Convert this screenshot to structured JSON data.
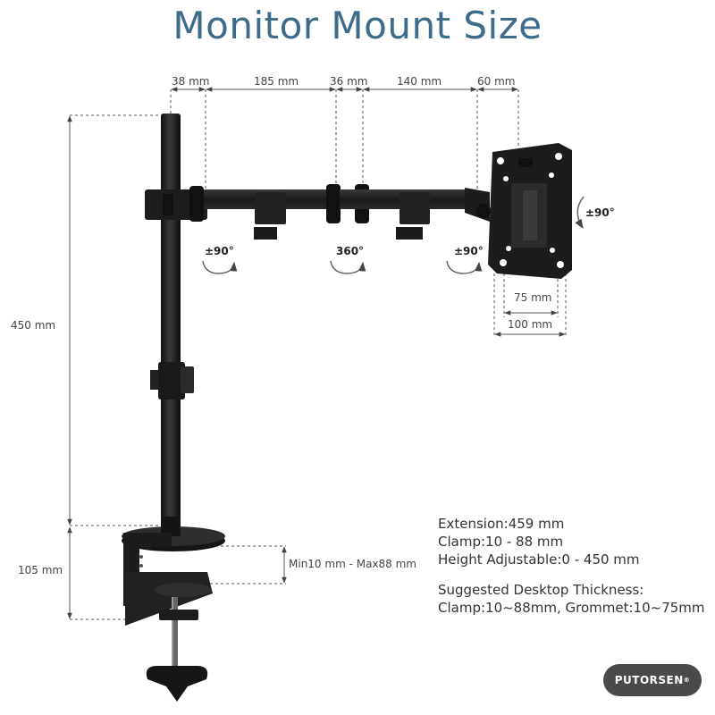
{
  "title": "Monitor Mount Size",
  "dimensions": {
    "top": [
      "38 mm",
      "185 mm",
      "36 mm",
      "140 mm",
      "60 mm"
    ],
    "height_pole": "450 mm",
    "height_clamp": "105 mm",
    "vesa_inner": "75 mm",
    "vesa_outer": "100 mm",
    "clamp_range": "Min10 mm - Max88 mm"
  },
  "rotations": {
    "left_arm": "±90°",
    "mid_arm": "360°",
    "right_arm": "±90°",
    "plate": "±90°"
  },
  "specs": {
    "extension": "Extension:459 mm",
    "clamp": "Clamp:10 - 88 mm",
    "height": "Height Adjustable:0 - 450 mm",
    "thickness_heading": "Suggested Desktop Thickness:",
    "thickness_values": "Clamp:10~88mm, Grommet:10~75mm"
  },
  "brand": {
    "name": "PUTORSEN",
    "mark": "®"
  },
  "colors": {
    "title": "#3d6b8a",
    "metal": "#1e1e1e",
    "dimension_line": "#555555",
    "badge": "#4a4a4a"
  }
}
